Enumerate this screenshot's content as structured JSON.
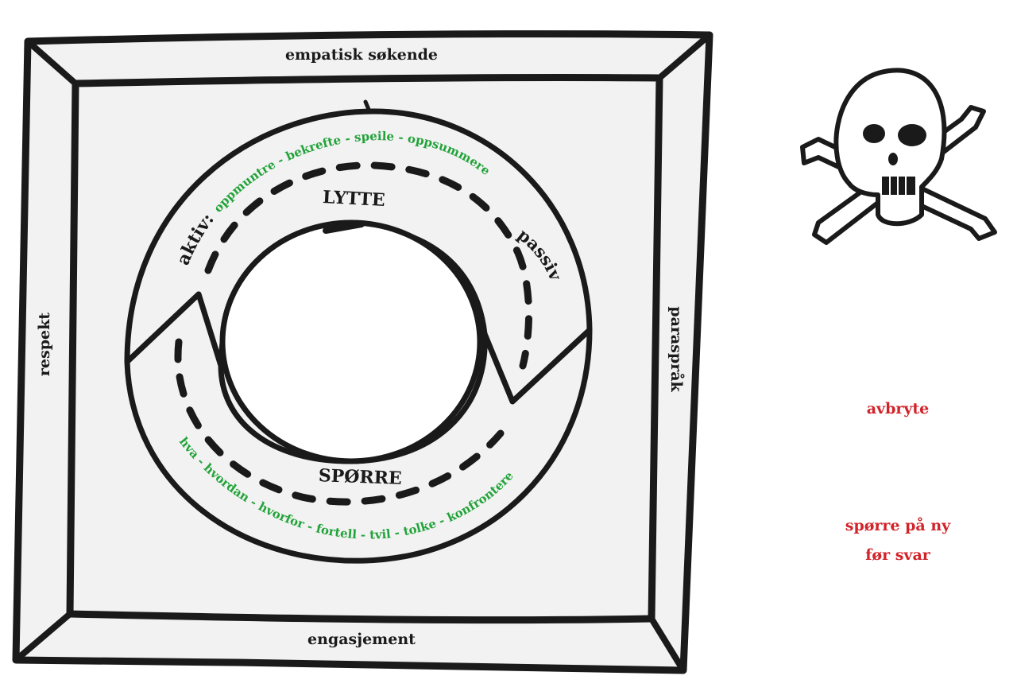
{
  "frame": {
    "top_label": "empatisk søkende",
    "bottom_label": "engasjement",
    "left_label": "respekt",
    "right_label": "paraspråk"
  },
  "cycle": {
    "listen_label": "LYTTE",
    "ask_label": "SPØRRE",
    "active_prefix": "aktiv:",
    "active_items": "oppmuntre - bekrefte - speile - oppsummere",
    "passive_label": "passiv",
    "question_items": "hva - hvordan - hvorfor - fortell - tvil - tolke - konfrontere"
  },
  "pitfalls": {
    "interrupt": "avbryte",
    "ask_again_line1": "spørre på ny",
    "ask_again_line2": "før svar"
  },
  "colors": {
    "ink": "#1a1a1a",
    "fill": "#f2f2f2",
    "green": "#22a33a",
    "red": "#d2232a"
  }
}
